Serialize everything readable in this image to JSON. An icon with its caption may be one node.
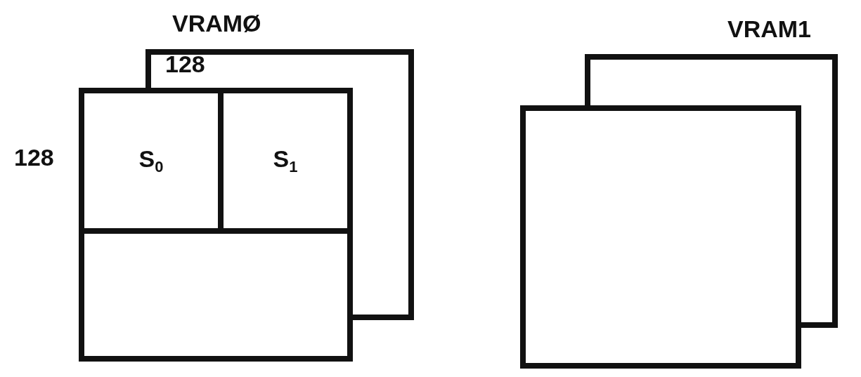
{
  "diagram": {
    "nodes": [
      {
        "text": [
          "128"
        ]
      },
      {
        "text": [],
        "shape": "box",
        "beside": [
          "128"
        ]
      },
      {
        "text": [
          "S$_{0}$"
        ],
        "in": 1
      },
      {
        "text": [
          "S$_{1}$"
        ]
      },
      {
        "text": [],
        "shape": "box",
        "in": 1
      },
      {
        "text": [],
        "shape": "box"
      },
      {
        "text": [],
        "shape": "box"
      }
    ],
    "edges": [],
    "labels": [
      "VRAMØ",
      "VRAM1"
    ]
  }
}
